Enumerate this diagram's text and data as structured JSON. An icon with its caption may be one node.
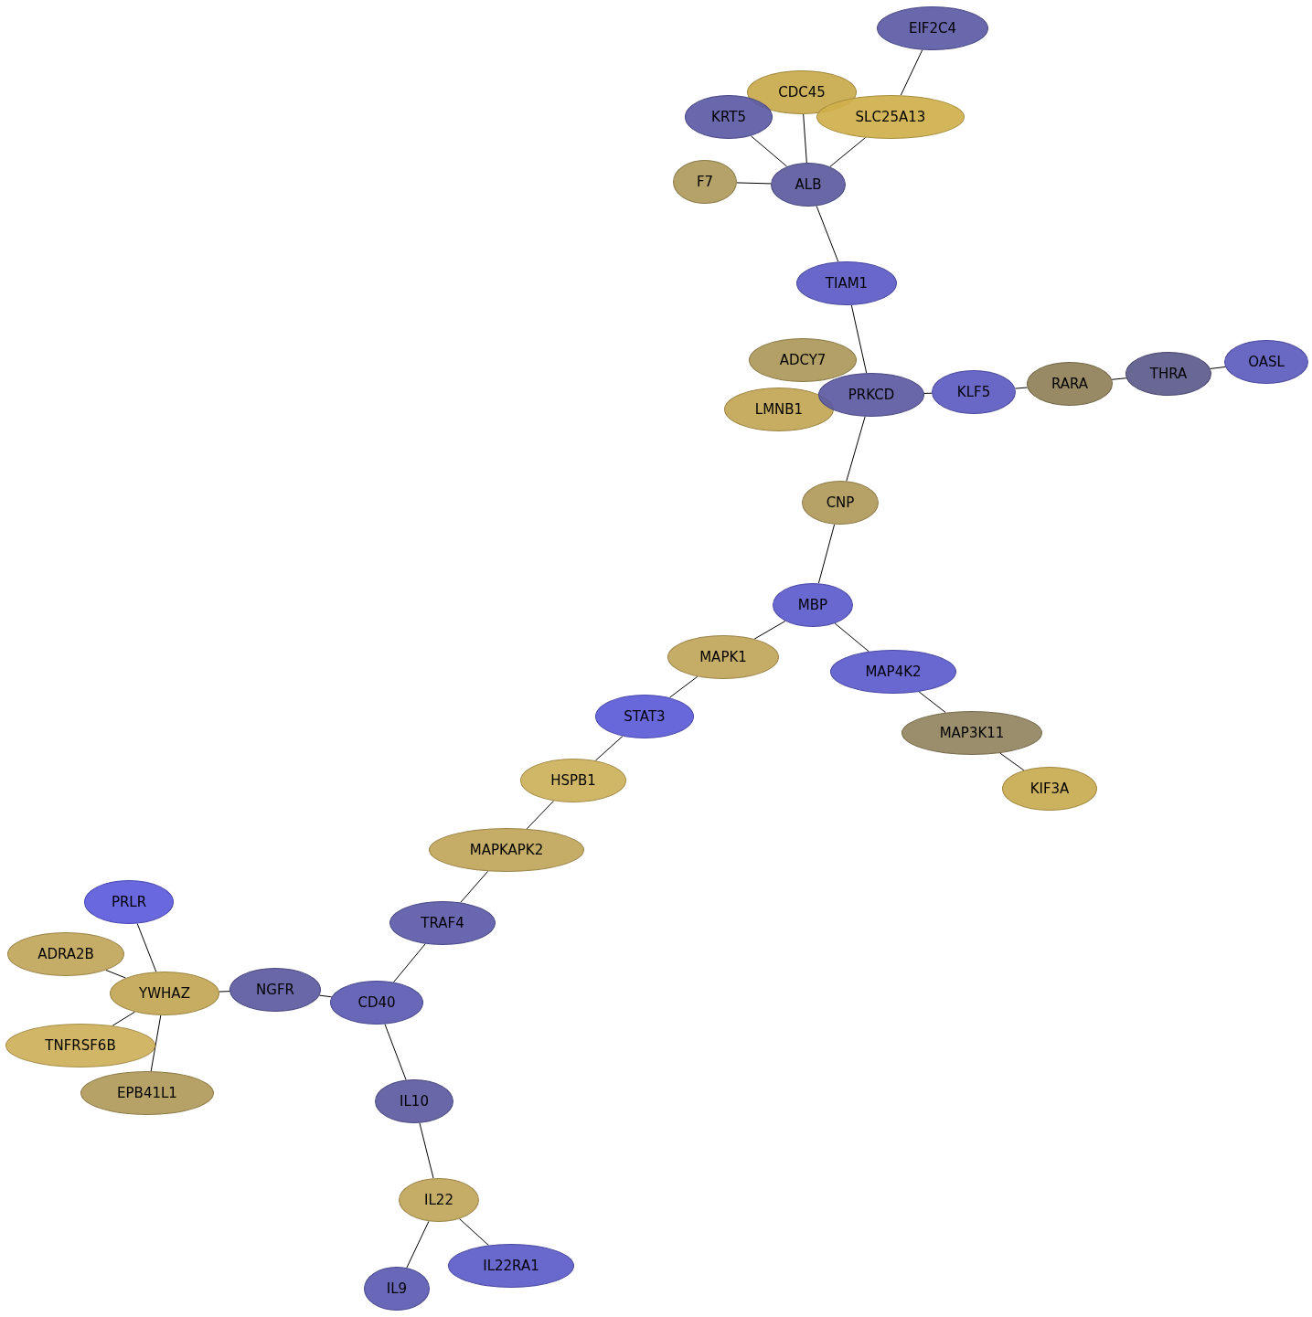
{
  "diagram": {
    "nodes": [
      {
        "text": [
          "EIF2C4"
        ]
      },
      {
        "text": [
          "CDC45"
        ]
      },
      {
        "text": [
          "KRT5"
        ]
      },
      {
        "text": [
          "SLC25A13"
        ]
      },
      {
        "text": [
          "F7"
        ]
      },
      {
        "text": [
          "ALB"
        ]
      },
      {
        "text": [
          "TIAM1"
        ]
      },
      {
        "text": [
          "ADCY7"
        ]
      },
      {
        "text": [
          "LMNB1"
        ]
      },
      {
        "text": [
          "PRKCD"
        ]
      },
      {
        "text": [
          "KLF5"
        ]
      },
      {
        "text": [
          "RARA"
        ]
      },
      {
        "text": [
          "THRA"
        ]
      },
      {
        "text": [
          "OASL"
        ]
      },
      {
        "text": [
          "CNP"
        ]
      },
      {
        "text": [
          "MBP"
        ]
      },
      {
        "text": [
          "MAPK1"
        ]
      },
      {
        "text": [
          "MAP4K2"
        ]
      },
      {
        "text": [
          "STAT3"
        ]
      },
      {
        "text": [
          "MAP3K11"
        ]
      },
      {
        "text": [
          "HSPB1"
        ]
      },
      {
        "text": [
          "KIF3A"
        ]
      },
      {
        "text": [
          "MAPKAPK2"
        ]
      },
      {
        "text": [
          "PRLR"
        ]
      },
      {
        "text": [
          "TRAF4"
        ]
      },
      {
        "text": [
          "ADRA2B"
        ]
      },
      {
        "text": [
          "YWHAZ"
        ]
      },
      {
        "text": [
          "NGFR"
        ]
      },
      {
        "text": [
          "CD40"
        ]
      },
      {
        "text": [
          "TNFRSF6B"
        ]
      },
      {
        "text": [
          "EPB41L1"
        ]
      },
      {
        "text": [
          "IL10"
        ]
      },
      {
        "text": [
          "IL22"
        ]
      },
      {
        "text": [
          "IL9"
        ]
      },
      {
        "text": [
          "IL22RA1"
        ]
      }
    ],
    "edges": [
      {
        "from": 0,
        "to": 3,
        "arrow": "none"
      },
      {
        "from": 1,
        "to": 5,
        "arrow": "none"
      },
      {
        "from": 2,
        "to": 5,
        "arrow": "none"
      },
      {
        "from": 3,
        "to": 5,
        "arrow": "none"
      },
      {
        "from": 4,
        "to": 5,
        "arrow": "none"
      },
      {
        "from": 5,
        "to": 6,
        "arrow": "none"
      },
      {
        "from": 6,
        "to": 9,
        "arrow": "none"
      },
      {
        "from": 9,
        "to": 10,
        "arrow": "none"
      },
      {
        "from": 10,
        "to": 11,
        "arrow": "none"
      },
      {
        "from": 11,
        "to": 12,
        "arrow": "none"
      },
      {
        "from": 12,
        "to": 13,
        "arrow": "none"
      },
      {
        "from": 9,
        "to": 14,
        "arrow": "none"
      },
      {
        "from": 14,
        "to": 15,
        "arrow": "none"
      },
      {
        "from": 15,
        "to": 16,
        "arrow": "none"
      },
      {
        "from": 15,
        "to": 17,
        "arrow": "none"
      },
      {
        "from": 16,
        "to": 18,
        "arrow": "none"
      },
      {
        "from": 17,
        "to": 19,
        "arrow": "none"
      },
      {
        "from": 19,
        "to": 21,
        "arrow": "none"
      },
      {
        "from": 18,
        "to": 20,
        "arrow": "none"
      },
      {
        "from": 20,
        "to": 22,
        "arrow": "none"
      },
      {
        "from": 22,
        "to": 24,
        "arrow": "none"
      },
      {
        "from": 24,
        "to": 28,
        "arrow": "none"
      },
      {
        "from": 28,
        "to": 27,
        "arrow": "none"
      },
      {
        "from": 27,
        "to": 26,
        "arrow": "none"
      },
      {
        "from": 23,
        "to": 26,
        "arrow": "none"
      },
      {
        "from": 25,
        "to": 26,
        "arrow": "none"
      },
      {
        "from": 26,
        "to": 29,
        "arrow": "none"
      },
      {
        "from": 26,
        "to": 30,
        "arrow": "none"
      },
      {
        "from": 28,
        "to": 31,
        "arrow": "none"
      },
      {
        "from": 31,
        "to": 32,
        "arrow": "none"
      },
      {
        "from": 32,
        "to": 33,
        "arrow": "none"
      },
      {
        "from": 32,
        "to": 34,
        "arrow": "none"
      }
    ]
  }
}
